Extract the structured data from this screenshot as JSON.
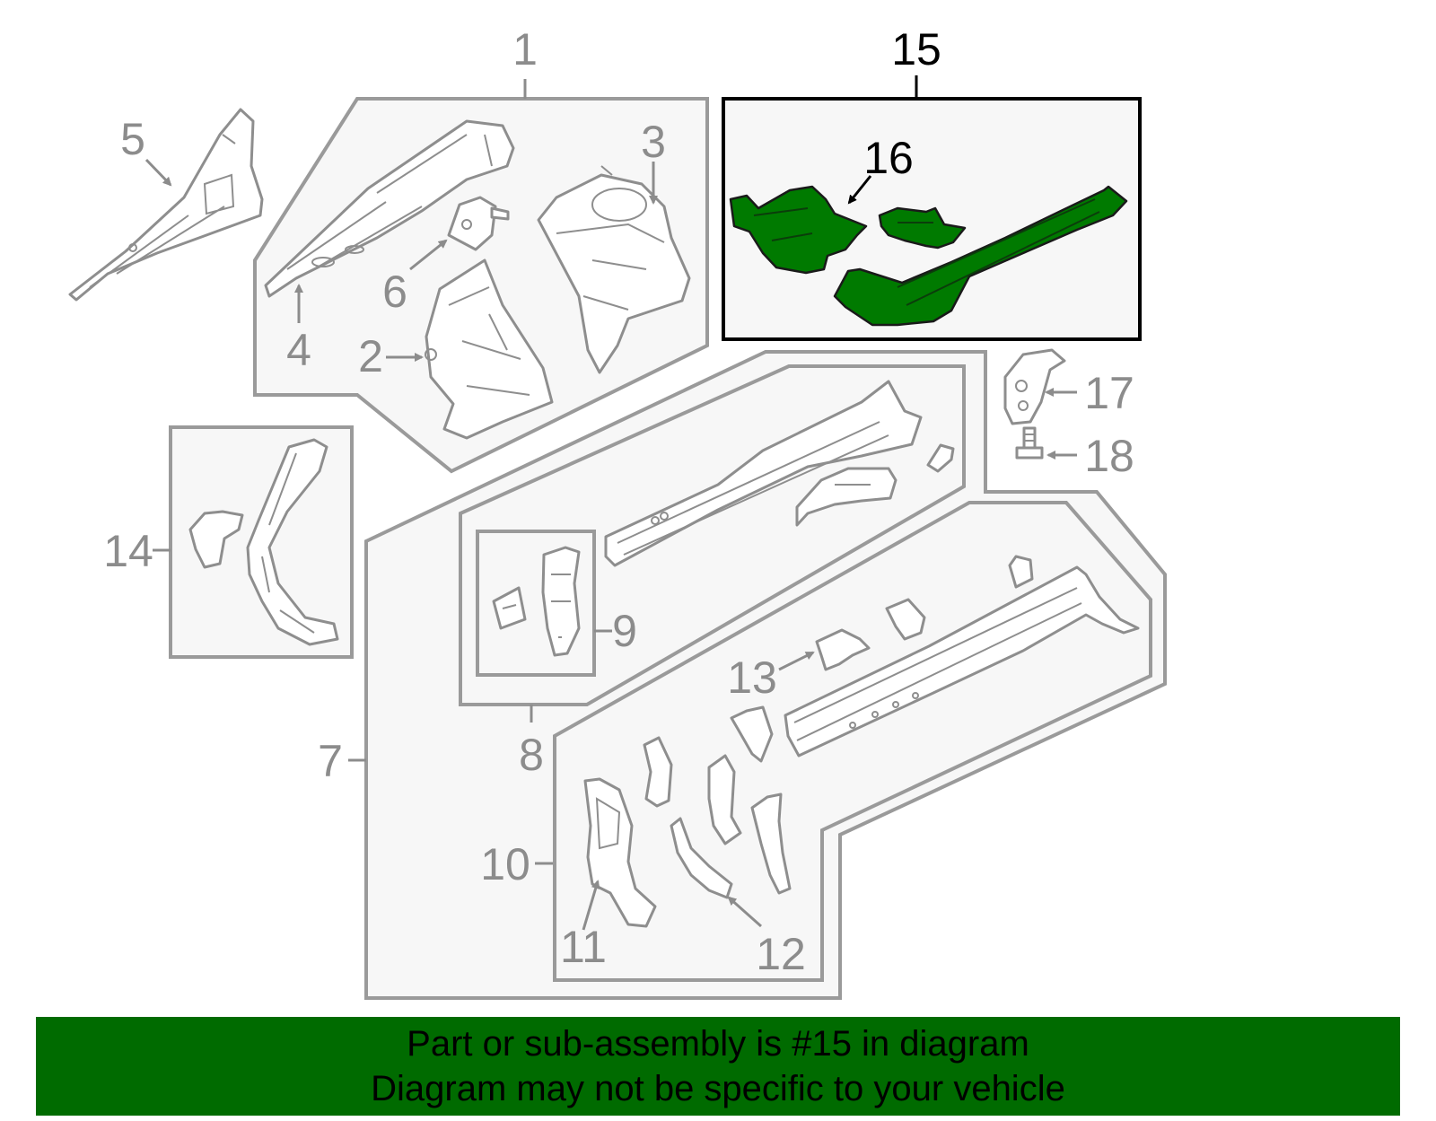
{
  "diagram": {
    "callouts": [
      "1",
      "2",
      "3",
      "4",
      "5",
      "6",
      "7",
      "8",
      "9",
      "10",
      "11",
      "12",
      "13",
      "14",
      "15",
      "16",
      "17",
      "18"
    ],
    "highlight_part": "15",
    "colors": {
      "highlight_fill": "#007a00",
      "banner_background": "#006b00",
      "group_outline": "#9a9a9a",
      "part_outline": "#8e8e8e",
      "callout_text": "#8c8c8c",
      "highlight_text": "#000000"
    }
  },
  "banner": {
    "line1": "Part or sub-assembly is #15 in diagram",
    "line2": "Diagram may not be specific to your vehicle"
  }
}
